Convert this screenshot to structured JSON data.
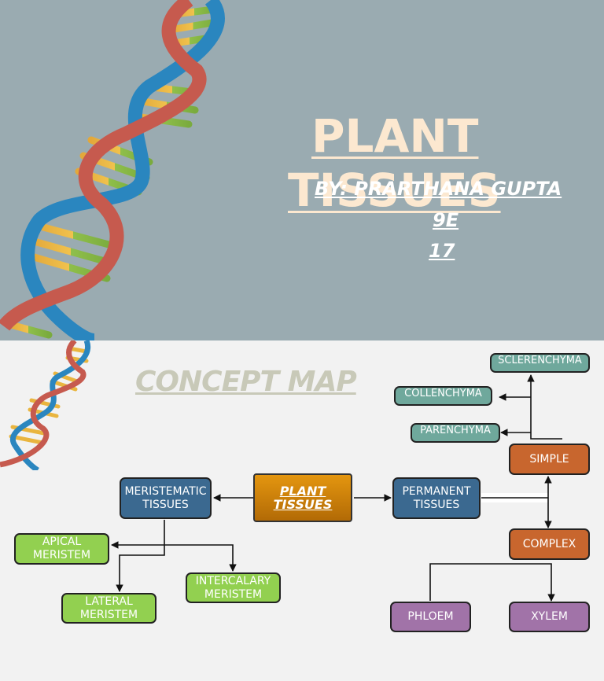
{
  "title_slide": {
    "title_line1": "PLANT",
    "title_line2": "TISSUES",
    "author": "BY: PRARTHANA GUPTA",
    "class": "9E",
    "roll": "17 "
  },
  "concept_slide": {
    "heading": "CONCEPT MAP",
    "nodes": {
      "plant_tissues": "PLANT TISSUES",
      "meristematic": "MERISTEMATIC TISSUES",
      "permanent": "PERMANENT TISSUES",
      "apical": "APICAL MERISTEM",
      "lateral": "LATERAL MERISTEM",
      "intercalary": "INTERCALARY MERISTEM",
      "simple": "SIMPLE",
      "complex": "COMPLEX",
      "parenchyma": "PARENCHYMA",
      "collenchyma": "COLLENCHYMA",
      "sclerenchyma": "SCLERENCHYMA",
      "phloem": "PHLOEM",
      "xylem": "XYLEM"
    }
  },
  "colors": {
    "slide1_bg": "#9aabb1",
    "slide2_bg": "#f2f2f2",
    "meristem_blue": "#3b6990",
    "meristem_green": "#92d050",
    "simple_teal": "#6fa89c",
    "orange": "#c8662e",
    "purple": "#a173a8"
  }
}
